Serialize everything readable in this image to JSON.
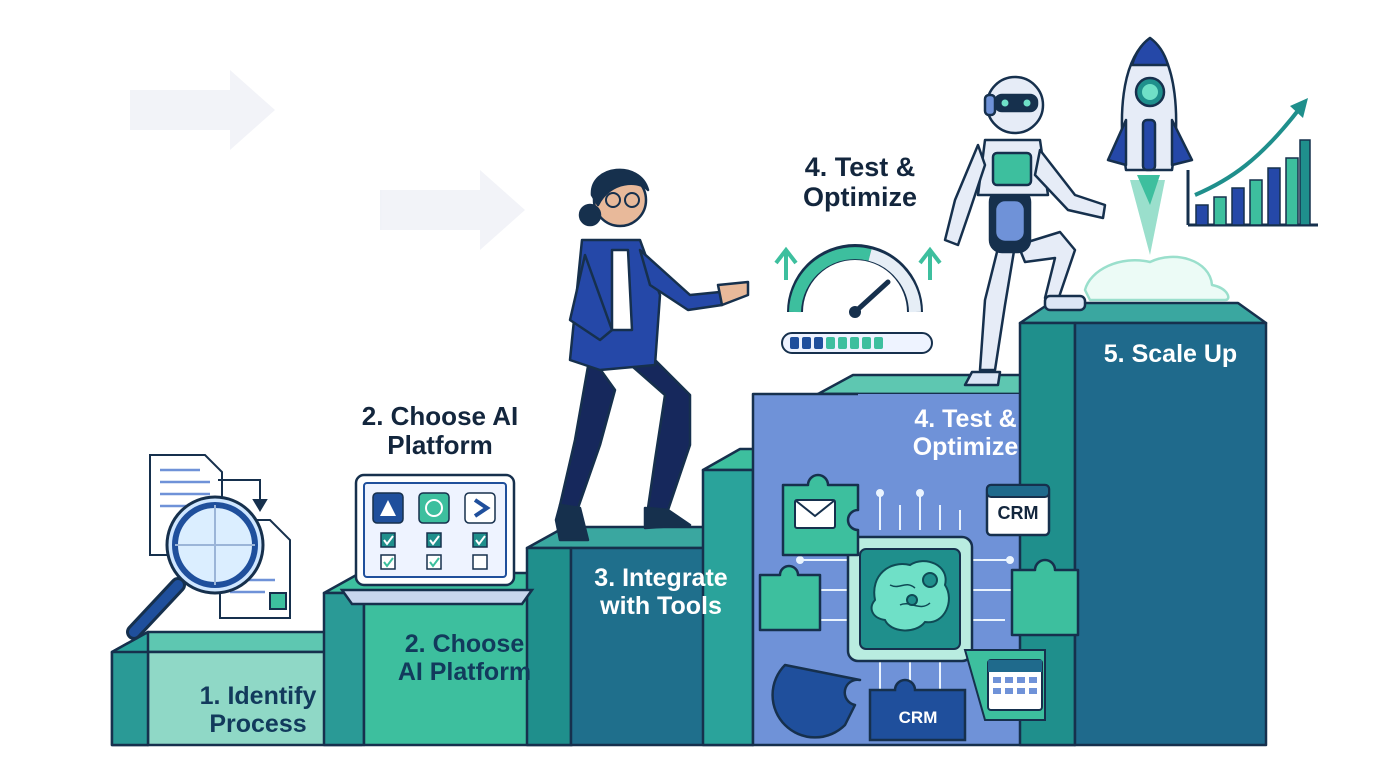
{
  "steps": [
    {
      "number": "1.",
      "line1": "Identify",
      "line2": "Process"
    },
    {
      "number": "2.",
      "line1": "Choose",
      "line2": "AI Platform"
    },
    {
      "number": "3.",
      "line1": "Integrate",
      "line2": "with Tools"
    },
    {
      "number": "4.",
      "line1": "Test &",
      "line2": "Optimize"
    },
    {
      "number": "5.",
      "line1": "Scale Up",
      "line2": ""
    }
  ],
  "floating_labels": {
    "choose_platform": {
      "line1": "2. Choose AI",
      "line2": "Platform"
    },
    "test_optimize": {
      "line1": "4. Test &",
      "line2": "Optimize"
    }
  },
  "integration_tags": {
    "crm_top": "CRM",
    "crm_bottom": "CRM"
  },
  "icons": [
    "document-icon",
    "magnifier-icon",
    "laptop-icon",
    "gauge-icon",
    "progress-bar",
    "robot",
    "rocket-icon",
    "growth-chart-icon",
    "brain-chip-icon",
    "email-icon",
    "calendar-icon",
    "puzzle-icon"
  ],
  "colors": {
    "teal_light": "#8fd8c6",
    "teal": "#3dbf9e",
    "teal_dark": "#1f8f8c",
    "blue_mid": "#6f92d8",
    "blue_dark": "#1f6a8c",
    "navy": "#1b3a8c",
    "outline": "#16304d"
  }
}
